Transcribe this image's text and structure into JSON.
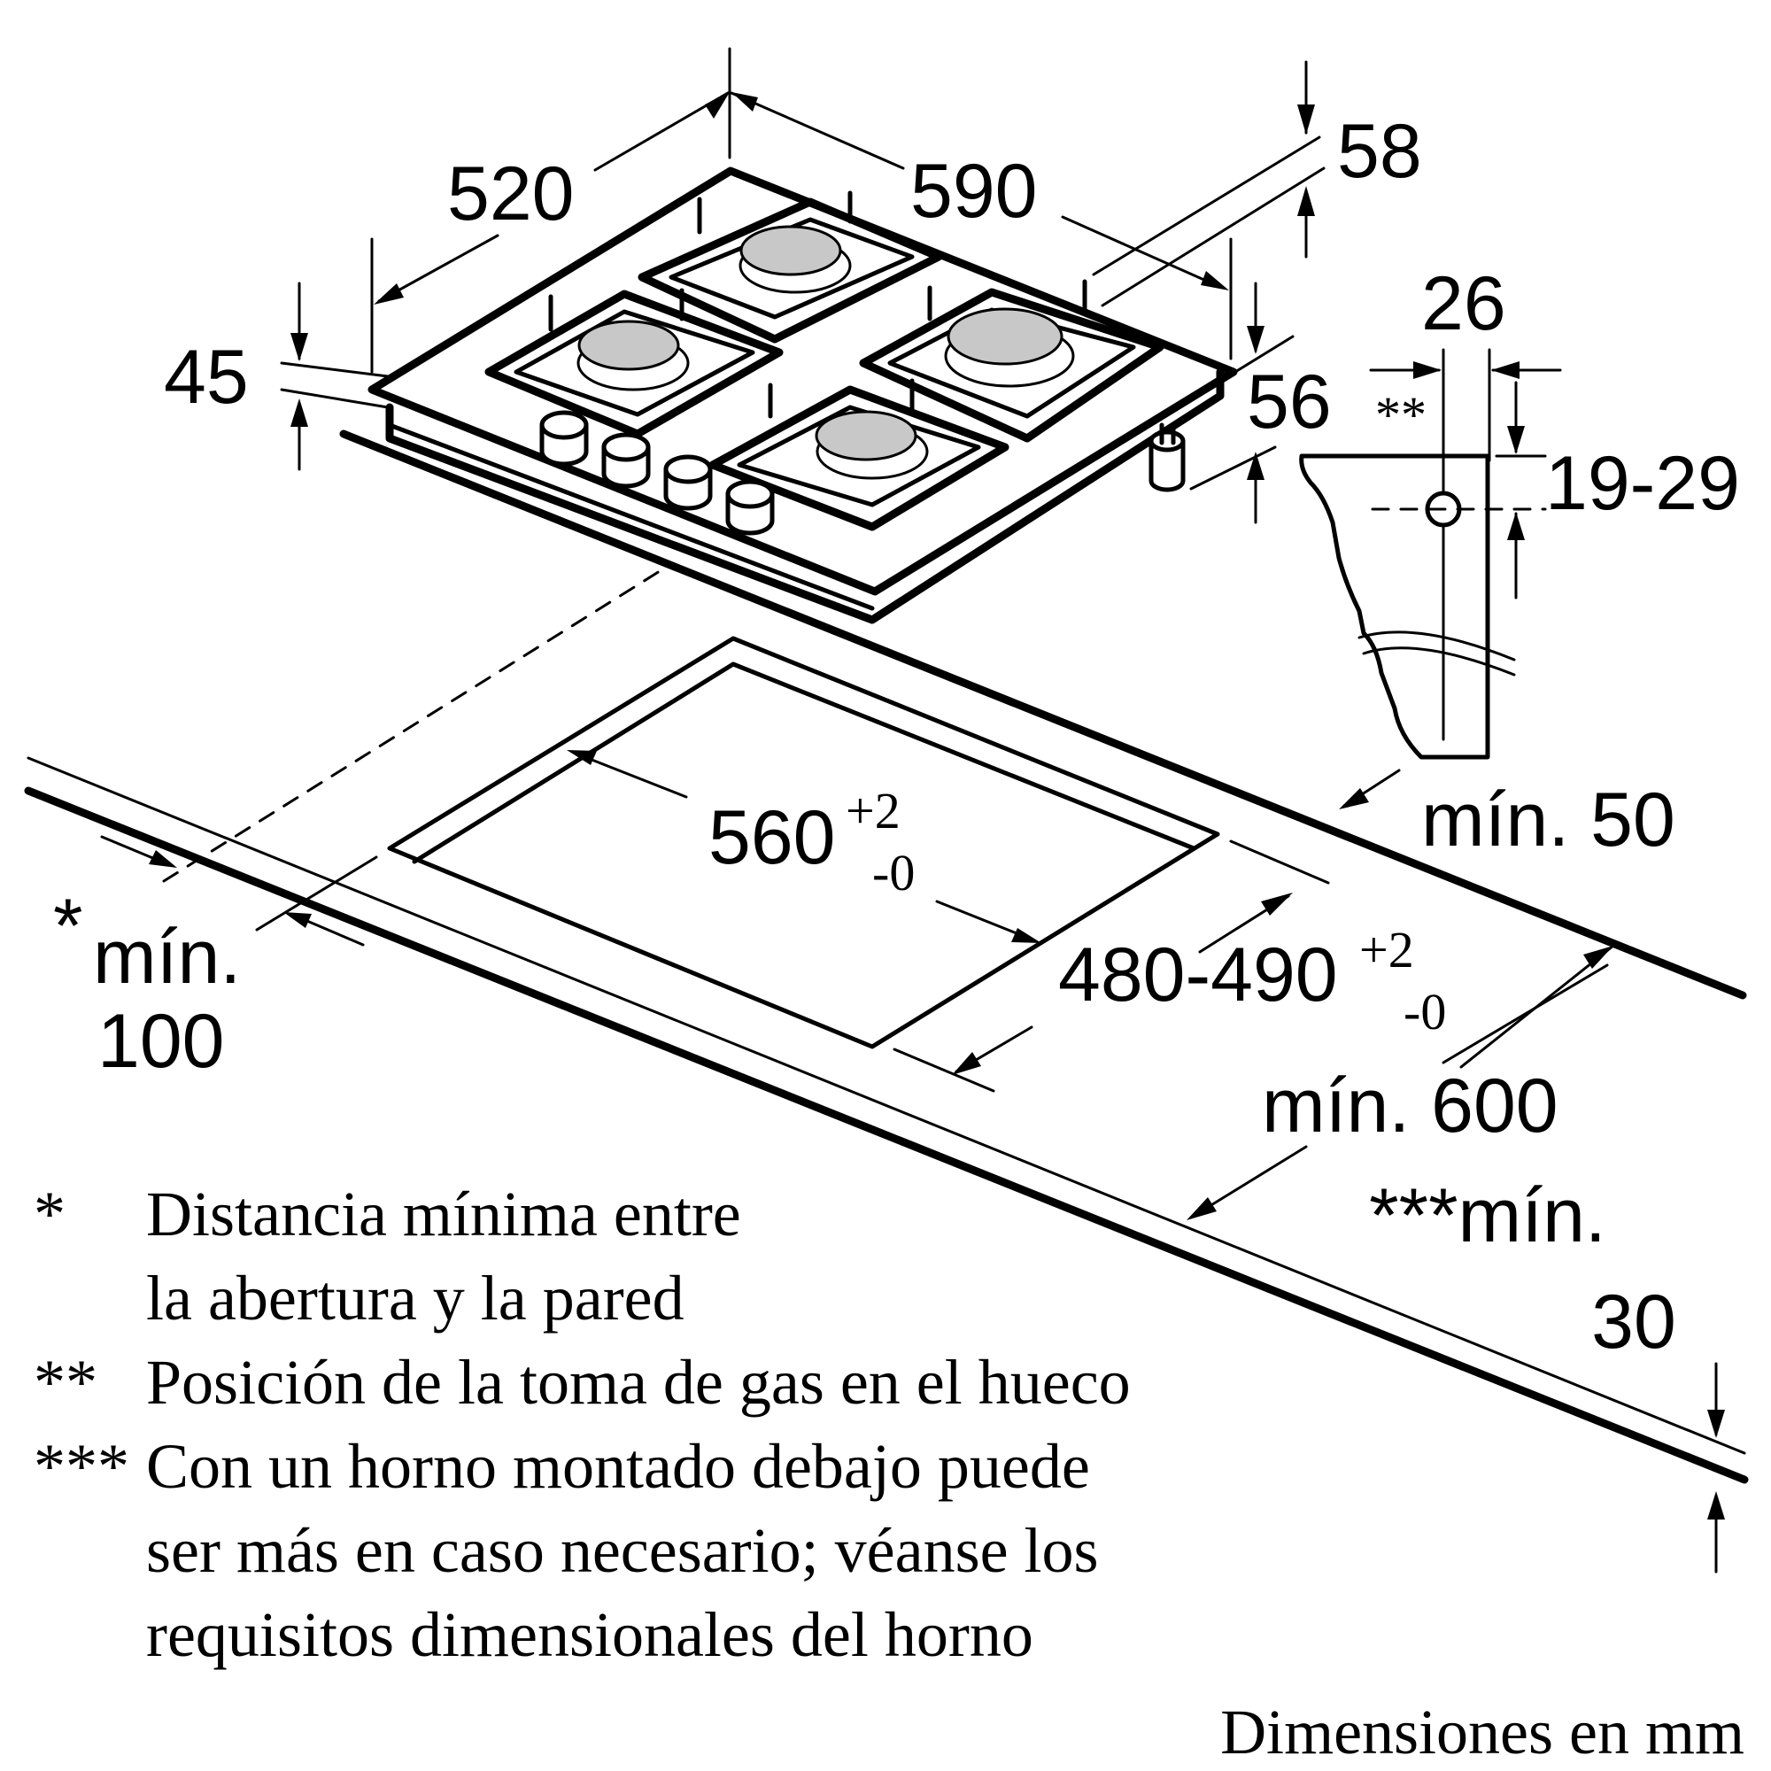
{
  "dimensions": {
    "depth": "520",
    "width": "590",
    "height_top": "58",
    "height_left": "45",
    "gas_height": "56",
    "connection_offset": "26",
    "connection_marker": "**",
    "connection_range": "19-29",
    "cutout_width": "560",
    "cutout_width_tol_plus": "+2",
    "cutout_width_tol_minus": "-0",
    "cutout_depth": "480-490",
    "cutout_depth_tol_plus": "+2",
    "cutout_depth_tol_minus": "-0",
    "min_back": "mín. 50",
    "min_front": "mín. 600",
    "min_side_star": "*",
    "min_side_label": "mín.",
    "min_side_value": "100",
    "min_bottom_label": "***mín.",
    "min_bottom_value": "30"
  },
  "notes": [
    {
      "marker": "*",
      "lines": [
        "Distancia mínima entre",
        "la abertura y la pared"
      ]
    },
    {
      "marker": "**",
      "lines": [
        "Posición de la toma de gas en el hueco"
      ]
    },
    {
      "marker": "***",
      "lines": [
        "Con un horno montado debajo puede",
        "ser más en caso necesario; véanse los",
        "requisitos dimensionales del horno"
      ]
    }
  ],
  "units_note": "Dimensiones en mm",
  "colors": {
    "line": "#000000",
    "burner": "#c8c8c8",
    "background": "#ffffff"
  }
}
